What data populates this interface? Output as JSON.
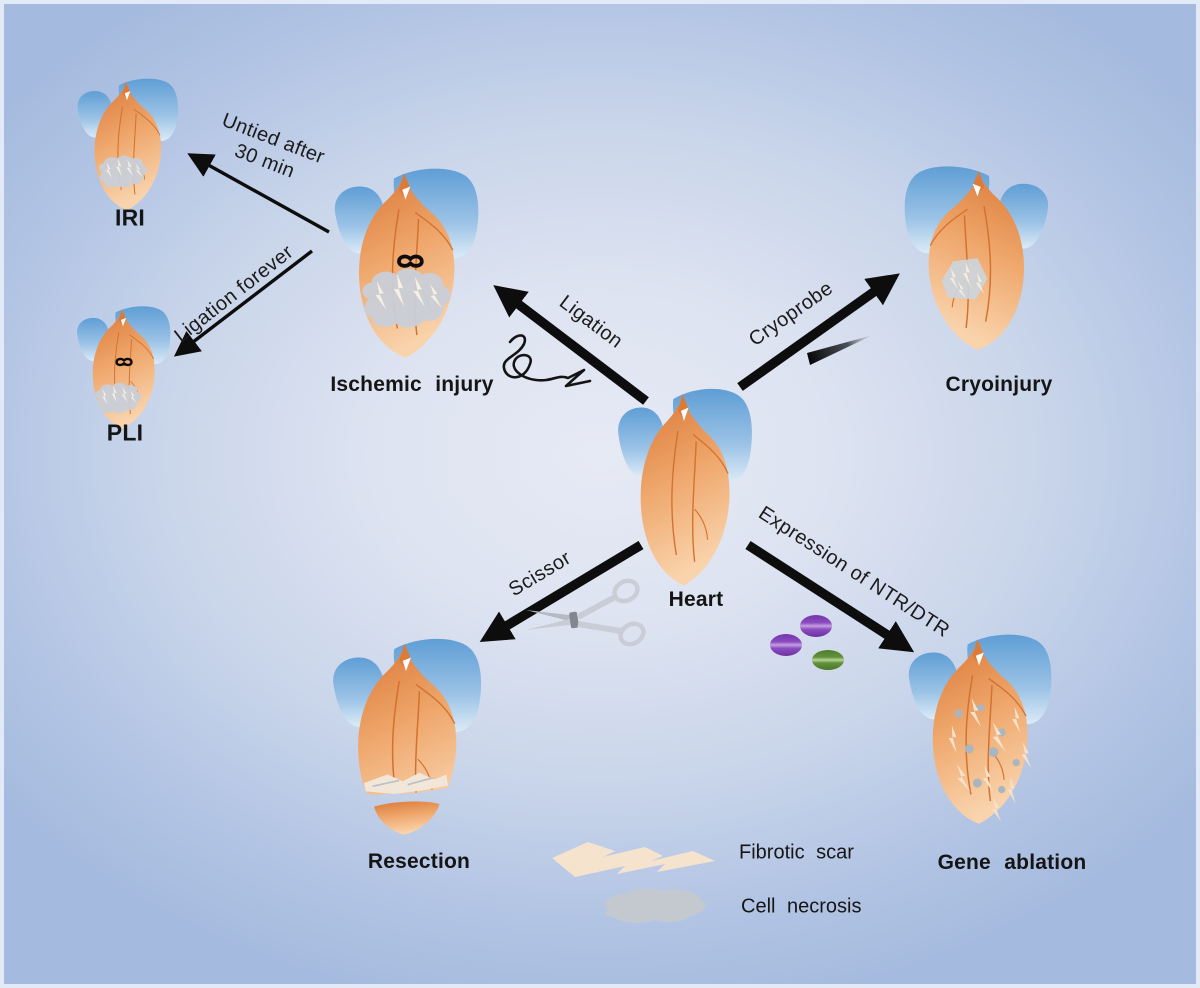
{
  "figure": {
    "center_label": "Heart",
    "models": {
      "ischemic": "Ischemic injury",
      "iri": "IRI",
      "pli": "PLI",
      "cryoinjury": "Cryoinjury",
      "resection": "Resection",
      "gene_ablation": "Gene ablation"
    },
    "arrows": {
      "ligation": "Ligation",
      "cryoprobe": "Cryoprobe",
      "scissor": "Scissor",
      "expression": "Expression of NTR/DTR",
      "untied_line1": "Untied after",
      "untied_line2": "30 min",
      "ligation_forever": "Ligation forever"
    },
    "legend": {
      "fibrotic_scar": "Fibrotic scar",
      "cell_necrosis": "Cell necrosis"
    },
    "icons": {
      "suture_thread": "curled-thread-squiggle",
      "scissors": "open-scissors",
      "cryoprobe": "tapered-metal-probe",
      "cells": "two-purple-one-green-ellipses",
      "fibrotic_scar_swatch": "cream-lightning-zigzag",
      "cell_necrosis_swatch": "gray-blob"
    },
    "colors": {
      "background_center": "#e7eaf5",
      "background_edge": "#a4bade",
      "heart_orange_dark": "#dc7a39",
      "heart_orange_light": "#f9d3ac",
      "atrium_blue_dark": "#5f9ed5",
      "atrium_blue_light": "#dcebf7",
      "necrosis_gray": "#c9cfd8",
      "scar_cream": "#f6e3cd",
      "cell_purple": "#7d3ab0",
      "cell_green": "#5c8e33",
      "arrow_black": "#0d0d0d"
    }
  }
}
